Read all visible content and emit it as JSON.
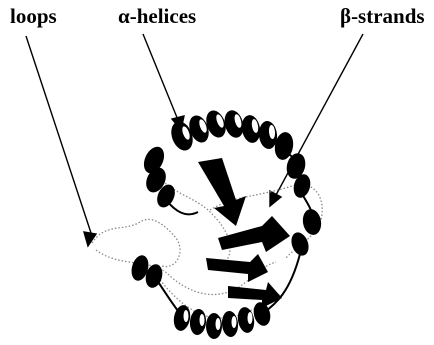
{
  "labels": {
    "loops": "loops",
    "alpha_helices": "α-helices",
    "beta_strands": "β-strands"
  },
  "colors": {
    "ink": "#000000",
    "loop_line": "#8a8a8a",
    "background": "#ffffff"
  }
}
